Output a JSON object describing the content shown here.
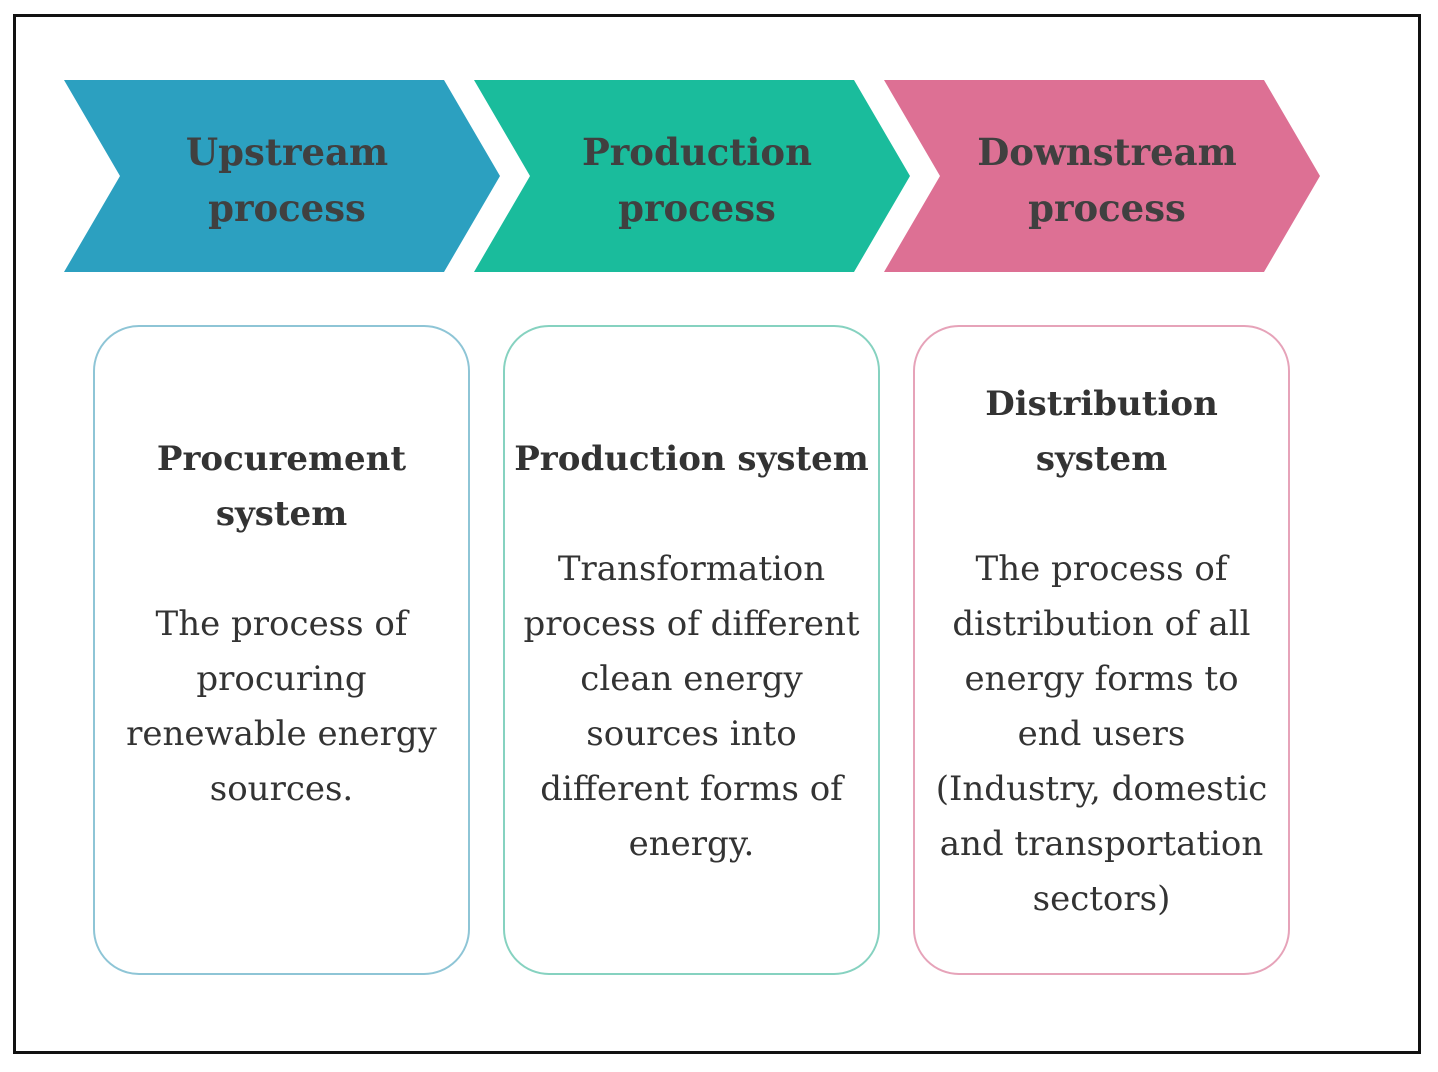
{
  "colors": {
    "upstream": "#2CA0C0",
    "production": "#1ABC9C",
    "downstream": "#DD7094",
    "upstream_border": "#8EC5D6",
    "production_border": "#86D2C0",
    "downstream_border": "#E6A3B9"
  },
  "stages": [
    {
      "lines": [
        "Upstream",
        "process"
      ]
    },
    {
      "lines": [
        "Production",
        "process"
      ]
    },
    {
      "lines": [
        "Downstream",
        "process"
      ]
    }
  ],
  "systems": [
    {
      "title_lines": [
        "Procurement",
        "system"
      ],
      "desc_lines": [
        "The process of",
        "procuring",
        "renewable energy",
        "sources."
      ]
    },
    {
      "title_lines": [
        "Production system"
      ],
      "desc_lines": [
        "Transformation",
        "process of different",
        "clean energy",
        "sources into",
        "different forms of",
        "energy."
      ]
    },
    {
      "title_lines": [
        "Distribution",
        "system"
      ],
      "desc_lines": [
        "The process of",
        "distribution of all",
        "energy forms to",
        "end users",
        "(Industry, domestic",
        "and transportation",
        "sectors)"
      ]
    }
  ]
}
